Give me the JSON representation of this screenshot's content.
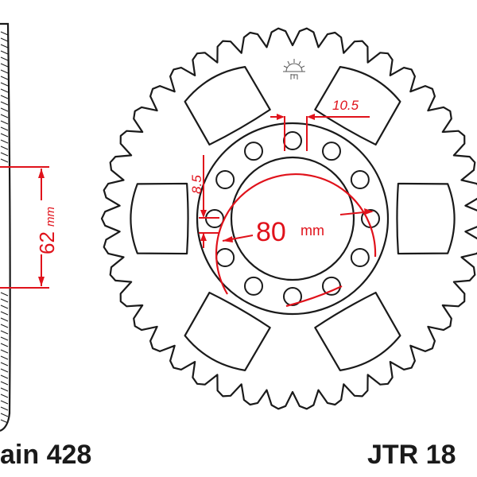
{
  "drawing": {
    "side_dimension": {
      "value": "62",
      "unit": "mm"
    },
    "bolt_circle": {
      "value": "80",
      "unit": "mm"
    },
    "hole_spacing": "10.5",
    "hole_diameter": "8.5",
    "chain_label": "ain 428",
    "part_label": "JTR 18",
    "logo": "sun-logo",
    "colors": {
      "outline": "#1a1a1a",
      "dimension": "#e0121b"
    }
  }
}
